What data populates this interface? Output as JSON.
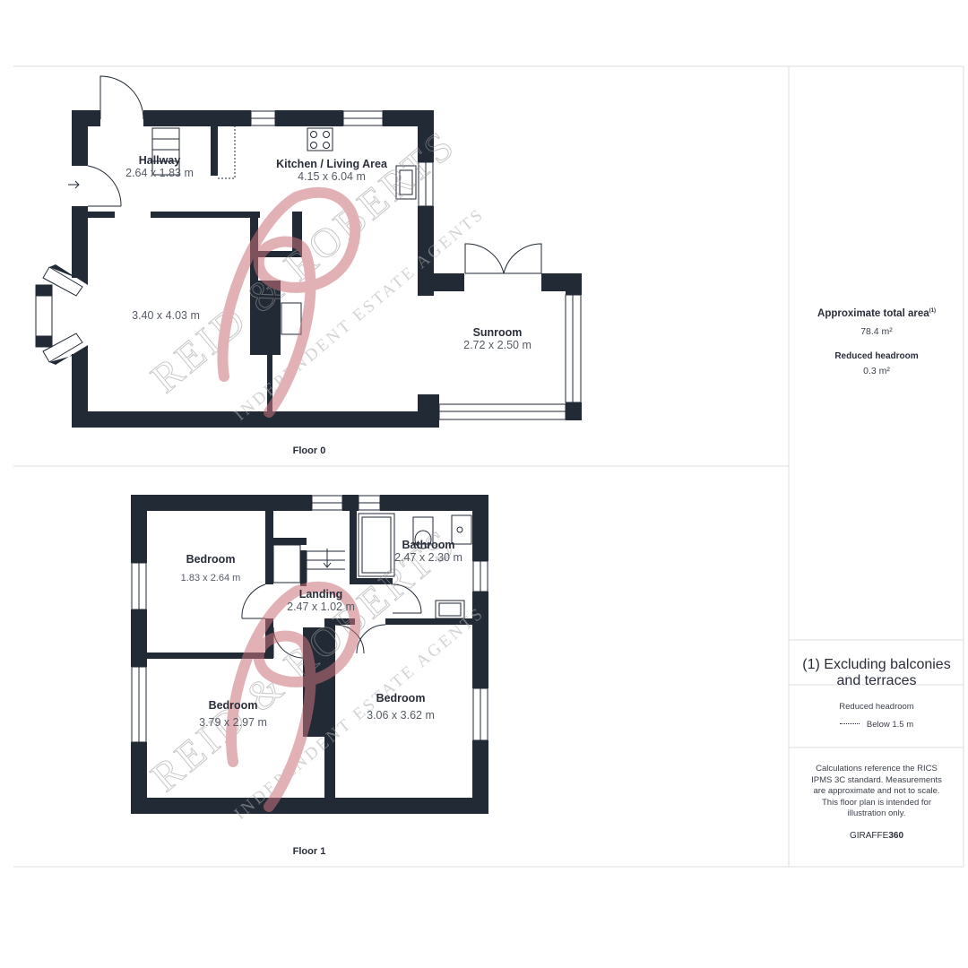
{
  "floors": [
    {
      "label": "Floor 0",
      "rooms": [
        {
          "name": "Hallway",
          "dims": "2.64 x 1.83 m"
        },
        {
          "name": "Kitchen / Living Area",
          "dims": "4.15 x 6.04 m"
        },
        {
          "name": "",
          "dims": "3.40 x 4.03 m"
        },
        {
          "name": "Sunroom",
          "dims": "2.72 x 2.50 m"
        }
      ]
    },
    {
      "label": "Floor 1",
      "rooms": [
        {
          "name": "Bedroom",
          "dims": "1.83 x 2.64 m"
        },
        {
          "name": "Bathroom",
          "dims": "2.47 x 2.30 m"
        },
        {
          "name": "Landing",
          "dims": "2.47 x 1.02 m"
        },
        {
          "name": "Bedroom",
          "dims": "3.79 x 2.97 m"
        },
        {
          "name": "Bedroom",
          "dims": "3.06 x 3.62 m"
        }
      ]
    }
  ],
  "sidebar": {
    "total_area_label": "Approximate total area",
    "total_area_sup": "(1)",
    "total_area_value": "78.4 m²",
    "reduced_headroom_label": "Reduced headroom",
    "reduced_headroom_value": "0.3 m²",
    "footnote": "(1) Excluding balconies and terraces",
    "legend_title": "Reduced headroom",
    "legend_item": "Below 1.5 m",
    "disclaimer": "Calculations reference the RICS IPMS 3C standard. Measurements are approximate and not to scale. This floor plan is intended for illustration only.",
    "brand_a": "GIRAFFE",
    "brand_b": "360"
  },
  "watermark": {
    "name": "REID & ROBERTS",
    "tagline": "INDEPENDENT ESTATE AGENTS"
  },
  "colors": {
    "wall": "#222a36",
    "watermark": "#c9737b",
    "rule": "#dddddd"
  }
}
